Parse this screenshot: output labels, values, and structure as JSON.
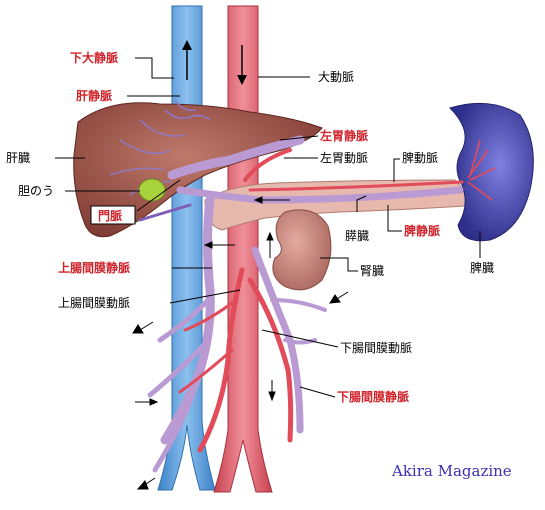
{
  "labels": {
    "ivc": "下大静脈",
    "hepatic_vein": "肝静脈",
    "aorta": "大動脈",
    "left_gastric_vein": "左胃静脈",
    "left_gastric_artery": "左胃動脈",
    "splenic_artery": "脾動脈",
    "liver": "肝臓",
    "gallbladder": "胆のう",
    "portal_vein": "門脈",
    "pancreas": "膵臓",
    "splenic_vein": "脾静脈",
    "spleen": "脾臓",
    "kidney": "腎臓",
    "smv": "上腸間膜静脈",
    "sma": "上腸間膜動脈",
    "ima": "下腸間膜動脈",
    "imv": "下腸間膜静脈"
  },
  "credit": "Akira Magazine",
  "colors": {
    "vein_blue": "#6aa6dd",
    "artery_red": "#e36b78",
    "portal_purple": "#b99ad3",
    "liver": "#a85a4e",
    "spleen": "#4b4ab0",
    "pancreas": "#e7b8ad",
    "kidney": "#c98a80",
    "gallbladder": "#a8d23c",
    "label_red": "#d0232a"
  }
}
